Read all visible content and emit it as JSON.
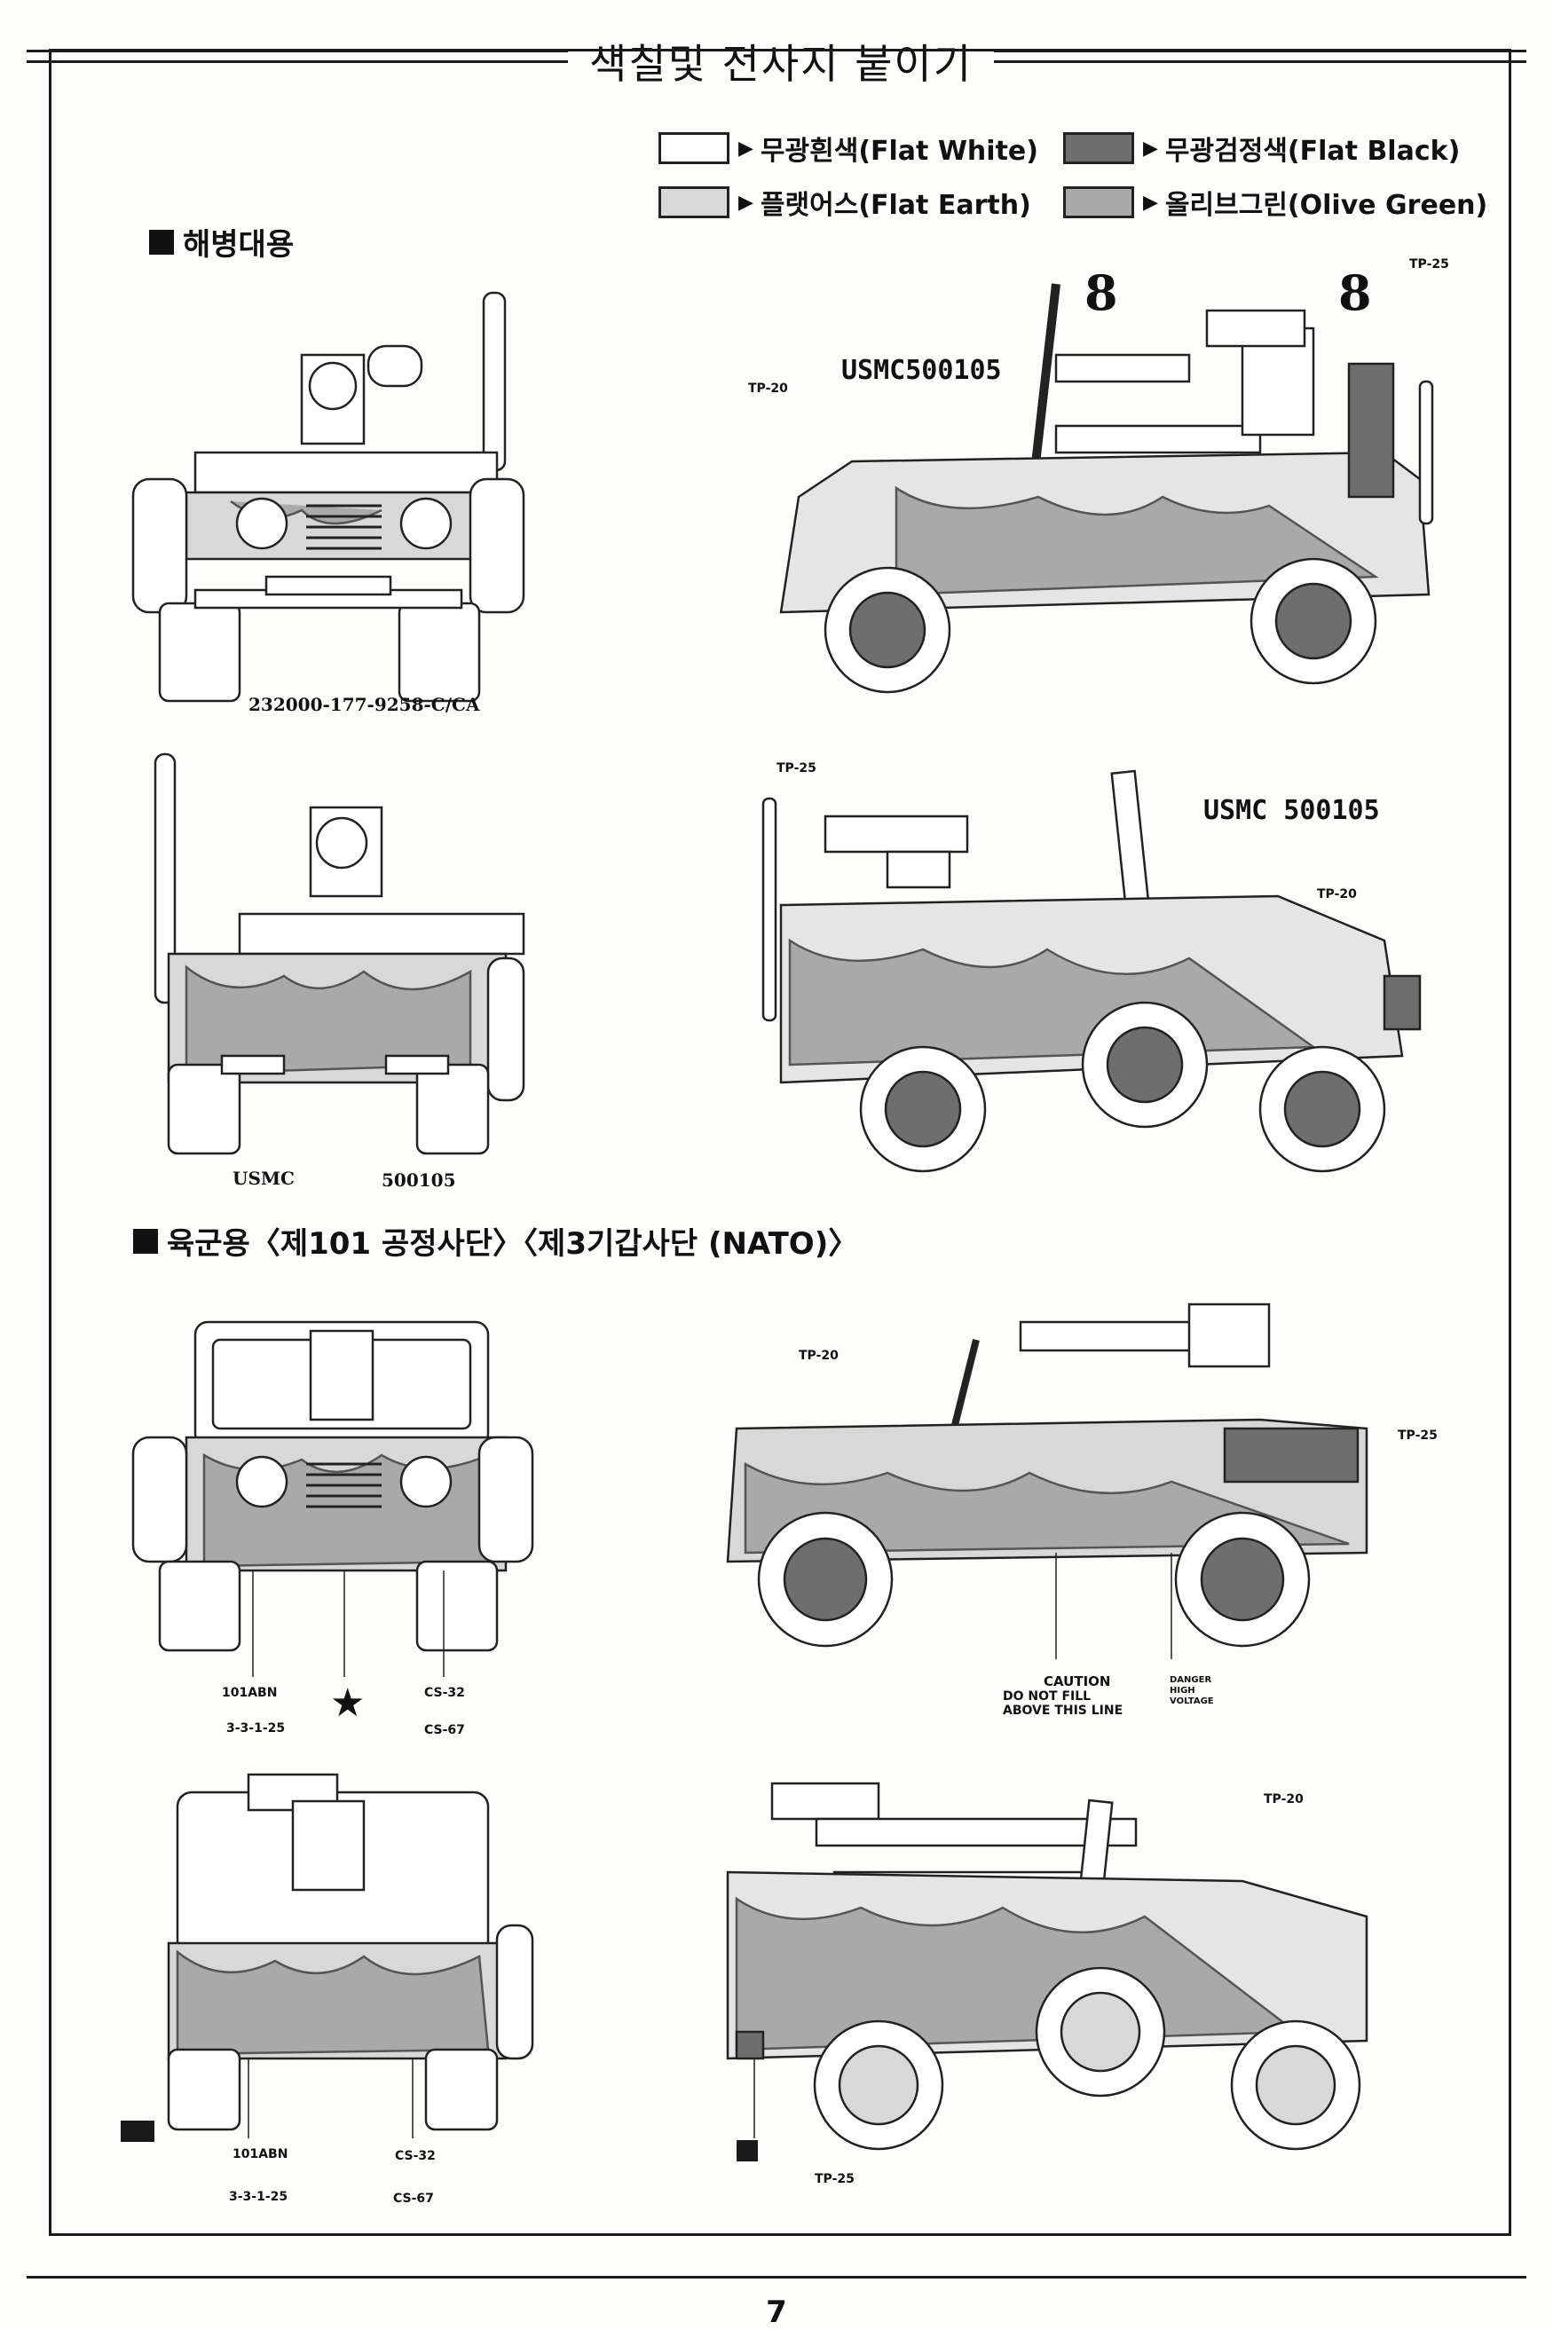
{
  "header": {
    "title": "색칠및 전사지 붙이기"
  },
  "legend": [
    {
      "label": "무광흰색(Flat White)",
      "color": "#ffffff"
    },
    {
      "label": "무광검정색(Flat Black)",
      "color": "#6e6e6e"
    },
    {
      "label": "플랫어스(Flat Earth)",
      "color": "#d8d8d8"
    },
    {
      "label": "올리브그린(Olive Green)",
      "color": "#a9a9a9"
    }
  ],
  "sections": {
    "marine": "해병대용",
    "army": "육군용〈제101 공정사단〉〈제3기갑사단 (NATO)〉"
  },
  "marine": {
    "front_plate": "232000-177-9258-C/CA",
    "side_serial": "USMC500105",
    "hood_serial": "USMC 500105",
    "tp20": "TP-20",
    "tp25": "TP-25",
    "eight": "8",
    "rear_serial": "USMC 500105",
    "rear_usmc": "USMC",
    "rear_number": "500105"
  },
  "army": {
    "front_left": "101ABN",
    "front_left_2": "3-3-1-25",
    "front_right": "CS-32",
    "front_right_2": "CS-67",
    "star": "★",
    "tp20": "TP-20",
    "tp25": "TP-25",
    "caution": "CAUTION",
    "caution_2": "DO NOT FILL",
    "caution_3": "ABOVE THIS LINE",
    "danger": "DANGER",
    "danger_2": "HIGH",
    "danger_3": "VOLTAGE",
    "rear_left": "101ABN",
    "rear_left_2": "3-3-1-25",
    "rear_right": "CS-32",
    "rear_right_2": "CS-67"
  },
  "footer": {
    "page": "7"
  },
  "icons": [
    "triangle-right-icon",
    "section-square-icon",
    "star-icon"
  ]
}
